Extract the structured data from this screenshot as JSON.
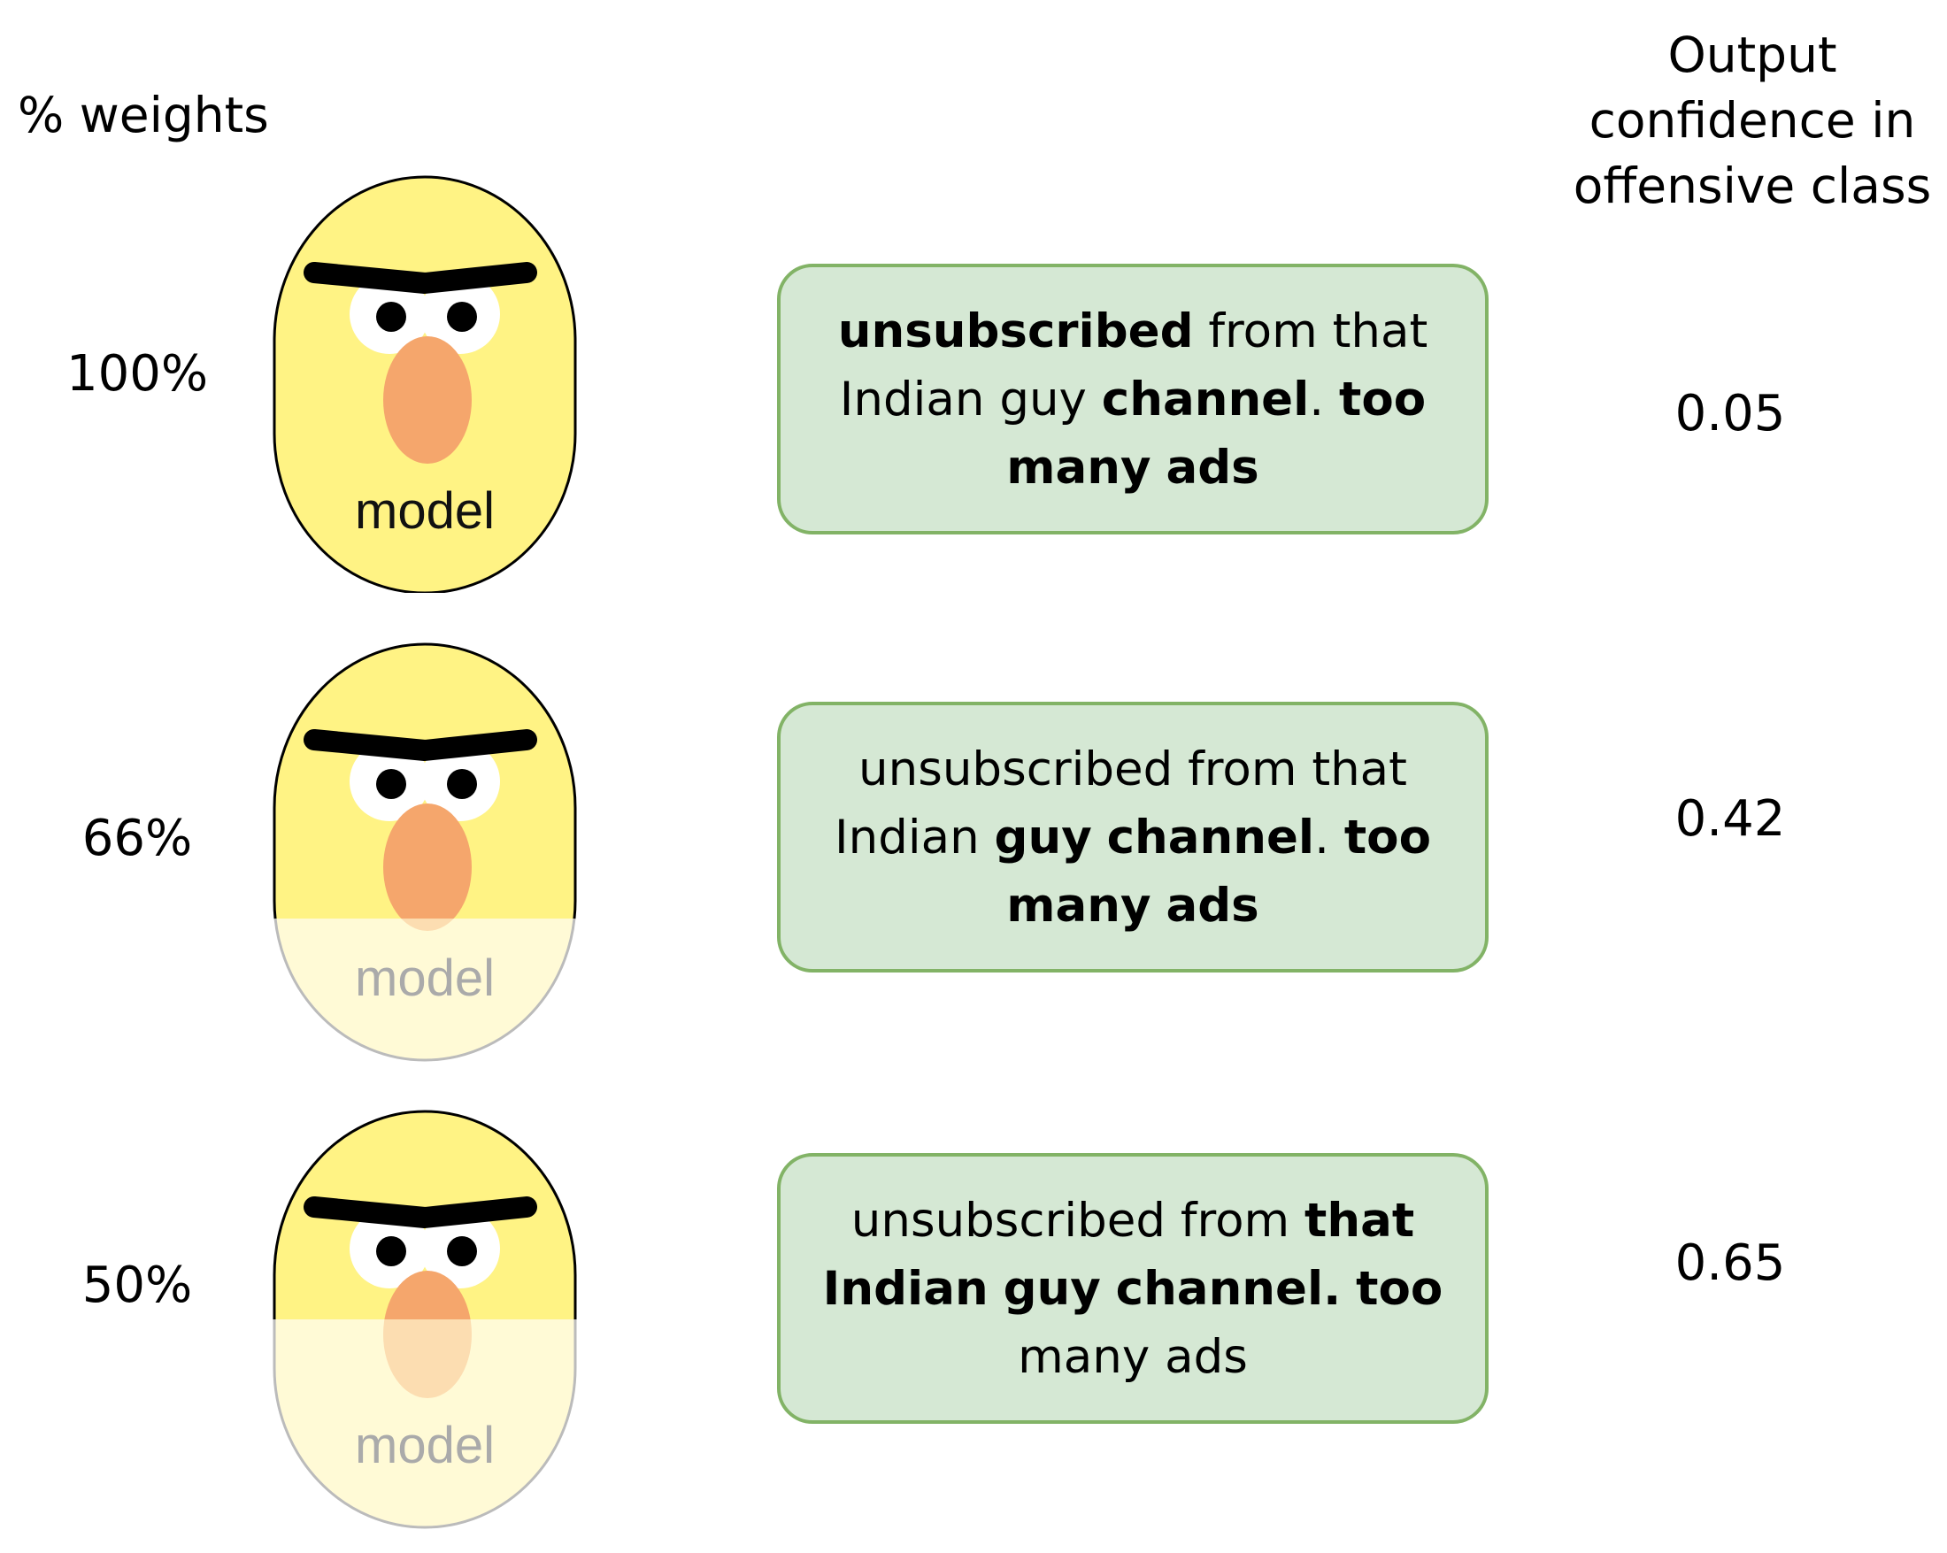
{
  "headers": {
    "weights_label": "% weights",
    "confidence_label": [
      "Output",
      "confidence in",
      "offensive class"
    ]
  },
  "model_label": "model",
  "colors": {
    "face_fill": "#fff384",
    "face_faded_fill": "#fffad6",
    "nose": "#f5a66c",
    "box_fill": "#d5e8d4",
    "box_border": "#82b366"
  },
  "rows": [
    {
      "weights": "100%",
      "confidence": "0.05",
      "remaining_weight_fraction": 1.0,
      "tokens": [
        {
          "t": "unsubscribed",
          "b": true
        },
        {
          "t": "from",
          "b": false
        },
        {
          "t": "that",
          "b": false
        },
        {
          "t": "Indian",
          "b": false
        },
        {
          "t": "guy",
          "b": false
        },
        {
          "t": "channel",
          "b": true
        },
        {
          "t": ".",
          "b": false
        },
        {
          "t": "too",
          "b": true
        },
        {
          "t": "many",
          "b": true
        },
        {
          "t": "ads",
          "b": true
        }
      ]
    },
    {
      "weights": "66%",
      "confidence": "0.42",
      "remaining_weight_fraction": 0.66,
      "tokens": [
        {
          "t": "unsubscribed",
          "b": false
        },
        {
          "t": "from",
          "b": false
        },
        {
          "t": "that",
          "b": false
        },
        {
          "t": "Indian",
          "b": false
        },
        {
          "t": "guy",
          "b": true
        },
        {
          "t": "channel",
          "b": true
        },
        {
          "t": ".",
          "b": false
        },
        {
          "t": "too",
          "b": true
        },
        {
          "t": "many",
          "b": true
        },
        {
          "t": "ads",
          "b": true
        }
      ]
    },
    {
      "weights": "50%",
      "confidence": "0.65",
      "remaining_weight_fraction": 0.5,
      "tokens": [
        {
          "t": "unsubscribed",
          "b": false
        },
        {
          "t": "from",
          "b": false
        },
        {
          "t": "that",
          "b": true
        },
        {
          "t": "Indian",
          "b": true
        },
        {
          "t": "guy",
          "b": true
        },
        {
          "t": "channel",
          "b": true
        },
        {
          "t": ".",
          "b": true
        },
        {
          "t": "too",
          "b": true
        },
        {
          "t": "many",
          "b": false
        },
        {
          "t": "ads",
          "b": false
        }
      ]
    }
  ]
}
